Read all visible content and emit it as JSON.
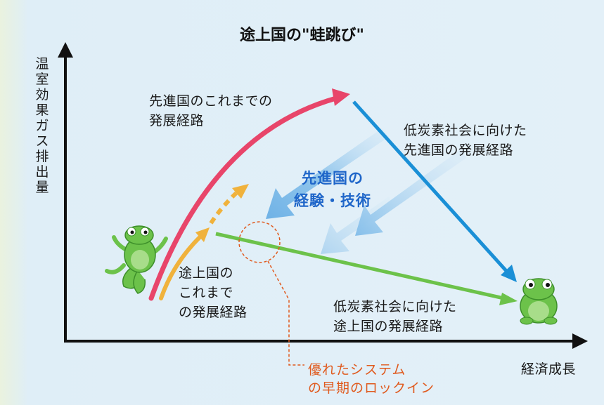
{
  "title": "途上国の\"蛙跳び\"",
  "y_axis_label": "温室効果ガス排出量",
  "x_axis_label": "経済成長",
  "labels": {
    "developed_path": [
      "先進国のこれまでの",
      "発展経路"
    ],
    "developed_lowcarbon": [
      "低炭素社会に向けた",
      "先進国の発展経路"
    ],
    "center": [
      "先進国の",
      "経験・技術"
    ],
    "developing_path": [
      "途上国の",
      "これまで",
      "の発展経路"
    ],
    "developing_lowcarbon": [
      "低炭素社会に向けた",
      "途上国の発展経路"
    ],
    "lockin": [
      "優れたシステム",
      "の早期のロックイン"
    ]
  },
  "colors": {
    "developed_curve": "#e8456a",
    "developed_lowcarbon_arrow": "#1a8fd6",
    "developing_curve": "#f0b23c",
    "developing_lowcarbon_arrow": "#6cc24a",
    "knowhow_arrows": "#8fc3ea",
    "lockin": "#e05a1e",
    "frog": "#6cc24a"
  },
  "icons": [
    "frog-jumping-icon",
    "frog-sitting-icon"
  ]
}
